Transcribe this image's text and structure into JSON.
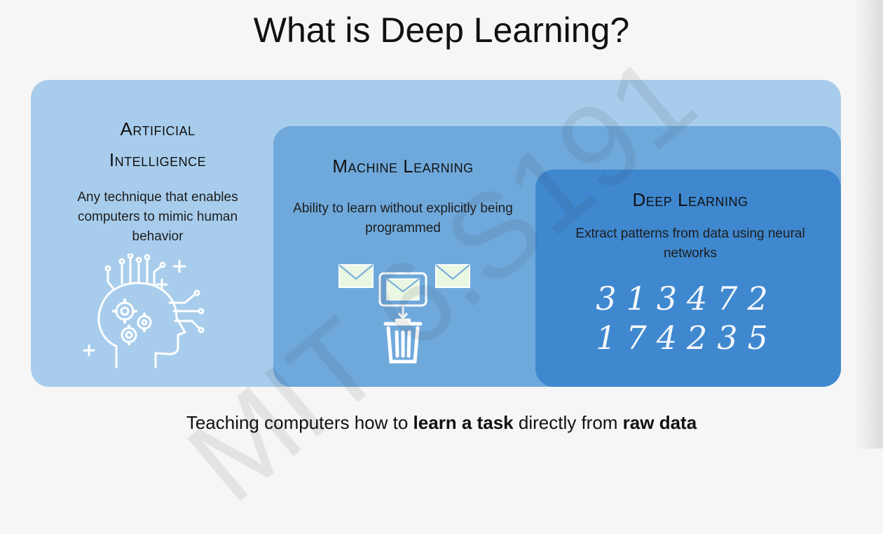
{
  "slide": {
    "title": "What is Deep Learning?",
    "watermark": "MIT 6.S191",
    "footer": {
      "prefix": "Teaching computers how to ",
      "bold1": "learn a task",
      "middle": " directly from ",
      "bold2": "raw data"
    }
  },
  "ai": {
    "heading_line1": "Artificial",
    "heading_line2": "Intelligence",
    "description": "Any technique that enables computers to mimic human behavior",
    "icon": "robot-head-gears-icon"
  },
  "ml": {
    "heading": "Machine Learning",
    "description": "Ability to learn without explicitly being programmed",
    "icon": "email-spam-filter-icon"
  },
  "dl": {
    "heading": "Deep Learning",
    "description": "Extract patterns from data using neural networks",
    "digits_row1": "313472",
    "digits_row2": "174235"
  },
  "colors": {
    "ai_box": "#a8cdec",
    "ml_box": "#6fa9dc",
    "dl_box": "#3f88cf"
  }
}
